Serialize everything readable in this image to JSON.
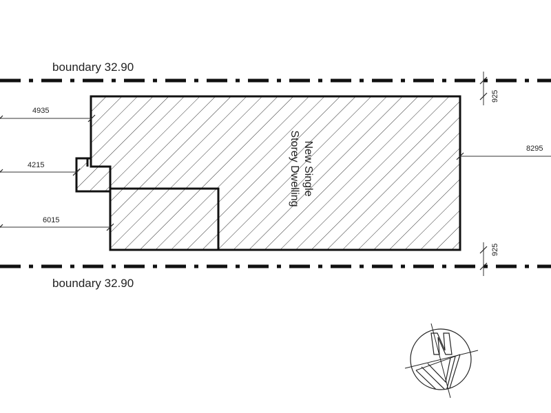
{
  "boundaries": {
    "top_label": "boundary 32.90",
    "bottom_label": "boundary 32.90"
  },
  "dwelling": {
    "label_line1": "New Single",
    "label_line2": "Storey Dwelling"
  },
  "dimensions": {
    "front_setback_main": "4935",
    "front_setback_porch": "4215",
    "front_setback_garage": "6015",
    "rear_setback": "8295",
    "side_setback_top": "925",
    "side_setback_bottom": "925"
  },
  "colors": {
    "line": "#111111",
    "text": "#222222",
    "background": "#ffffff"
  },
  "icons": {
    "north_arrow": "north-arrow-icon"
  }
}
